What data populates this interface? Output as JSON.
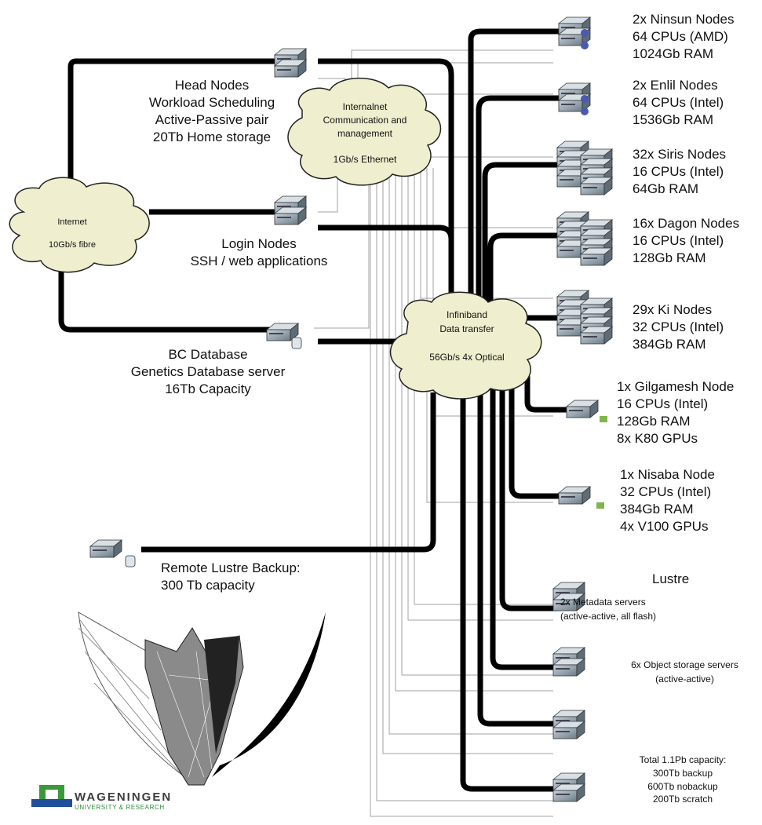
{
  "diagram": {
    "clouds": {
      "internet": [
        "Internet",
        "",
        "10Gb/s fibre"
      ],
      "internalnet": [
        "Internalnet",
        "Communication and",
        "management",
        "",
        "1Gb/s Ethernet"
      ],
      "infiniband": [
        "Infiniband",
        "Data transfer",
        "",
        "56Gb/s 4x Optical"
      ]
    },
    "left_nodes": {
      "head": [
        "Head Nodes",
        "Workload Scheduling",
        "Active-Passive pair",
        "20Tb Home storage"
      ],
      "login": [
        "Login Nodes",
        "SSH / web applications"
      ],
      "database": [
        "BC Database",
        "Genetics Database server",
        "16Tb Capacity"
      ],
      "backup": [
        "Remote Lustre Backup:",
        "300 Tb capacity"
      ]
    },
    "compute_nodes": [
      [
        "2x Ninsun Nodes",
        "64 CPUs (AMD)",
        "1024Gb RAM"
      ],
      [
        "2x Enlil Nodes",
        "64 CPUs (Intel)",
        "1536Gb RAM"
      ],
      [
        "32x Siris Nodes",
        "16 CPUs (Intel)",
        "64Gb RAM"
      ],
      [
        "16x Dagon Nodes",
        "16 CPUs (Intel)",
        "128Gb RAM"
      ],
      [
        "29x Ki Nodes",
        "32 CPUs (Intel)",
        "384Gb RAM"
      ],
      [
        "1x Gilgamesh Node",
        "16 CPUs (Intel)",
        "128Gb RAM",
        "8x K80 GPUs"
      ],
      [
        "1x Nisaba Node",
        "32 CPUs (Intel)",
        "384Gb RAM",
        "4x V100 GPUs"
      ]
    ],
    "lustre": {
      "title": "Lustre",
      "metadata": [
        "2x Metadata servers",
        "(active-active, all flash)"
      ],
      "oss": [
        "6x Object storage servers",
        "(active-active)"
      ],
      "capacity": [
        "Total 1.1Pb capacity:",
        "300Tb backup",
        "600Tb nobackup",
        "200Tb scratch"
      ]
    },
    "logo": {
      "line1": "WAGENINGEN",
      "line2": "UNIVERSITY & RESEARCH",
      "green": "#3a9a3a",
      "blue": "#1f4e9c"
    }
  },
  "colors": {
    "thick_link": "#000000",
    "thin_link": "#999999",
    "cloud_fill": "#efefcf",
    "server_body": "#8a9aa6"
  }
}
